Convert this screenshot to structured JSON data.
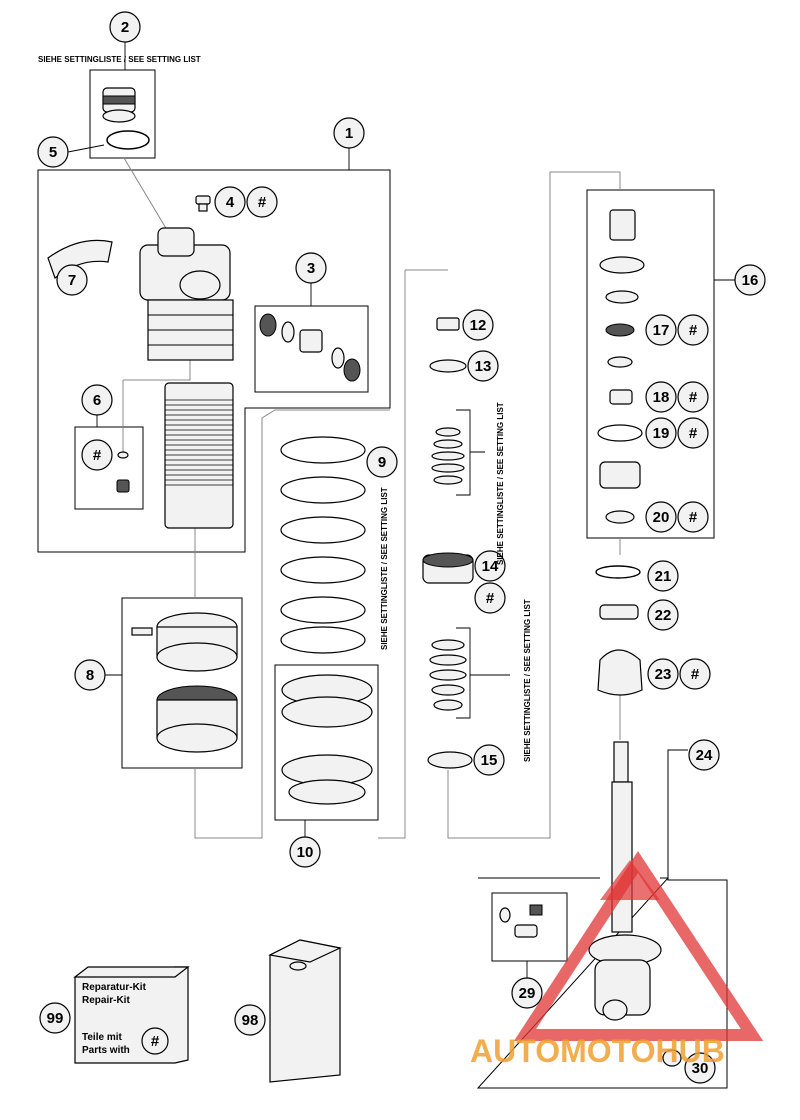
{
  "callouts": {
    "c1": "1",
    "c2": "2",
    "c3": "3",
    "c4": "4",
    "c5": "5",
    "c6": "6",
    "c7": "7",
    "c8": "8",
    "c9": "9",
    "c10": "10",
    "c12": "12",
    "c13": "13",
    "c14": "14",
    "c15": "15",
    "c16": "16",
    "c17": "17",
    "c18": "18",
    "c19": "19",
    "c20": "20",
    "c21": "21",
    "c22": "22",
    "c23": "23",
    "c24": "24",
    "c29": "29",
    "c30": "30",
    "c98": "98",
    "c99": "99"
  },
  "hash": "#",
  "setting_list_top": "SIEHE SETTINGLISTE / SEE SETTING LIST",
  "setting_list_vertical": "SIEHE SETTINGLISTE / SEE SETTING LIST",
  "repair_kit": {
    "line1": "Reparatur-Kit",
    "line2": "Repair-Kit",
    "line3": "Teile mit",
    "line4": "Parts with"
  },
  "watermark": {
    "brand": "AUTOMOTOHUB",
    "colors": {
      "red": "#e03535",
      "orange": "#f0a030",
      "grey": "#777777"
    }
  }
}
